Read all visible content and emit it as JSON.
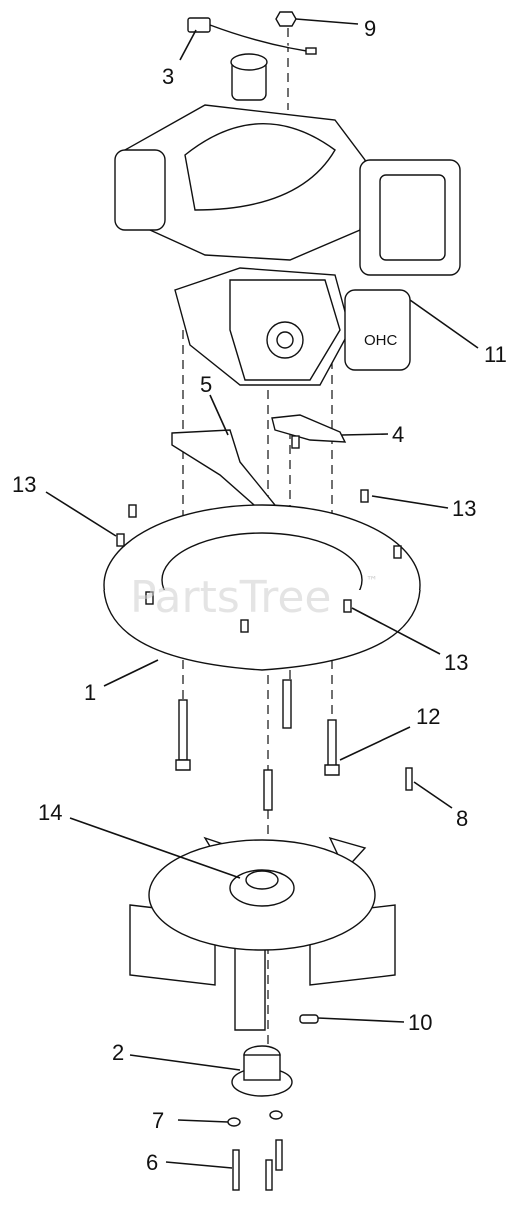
{
  "watermark": "PartsTree",
  "watermark_tm": "™",
  "callouts": [
    {
      "id": "3",
      "label": "3"
    },
    {
      "id": "9",
      "label": "9"
    },
    {
      "id": "11",
      "label": "11"
    },
    {
      "id": "5",
      "label": "5"
    },
    {
      "id": "4",
      "label": "4"
    },
    {
      "id": "13a",
      "label": "13"
    },
    {
      "id": "13b",
      "label": "13"
    },
    {
      "id": "13c",
      "label": "13"
    },
    {
      "id": "1",
      "label": "1"
    },
    {
      "id": "12",
      "label": "12"
    },
    {
      "id": "8",
      "label": "8"
    },
    {
      "id": "14",
      "label": "14"
    },
    {
      "id": "10",
      "label": "10"
    },
    {
      "id": "2",
      "label": "2"
    },
    {
      "id": "7",
      "label": "7"
    },
    {
      "id": "6",
      "label": "6"
    }
  ],
  "engine_badge": "OHC",
  "colors": {
    "line": "#111111",
    "background": "#ffffff",
    "watermark": "#cfcfcf"
  }
}
